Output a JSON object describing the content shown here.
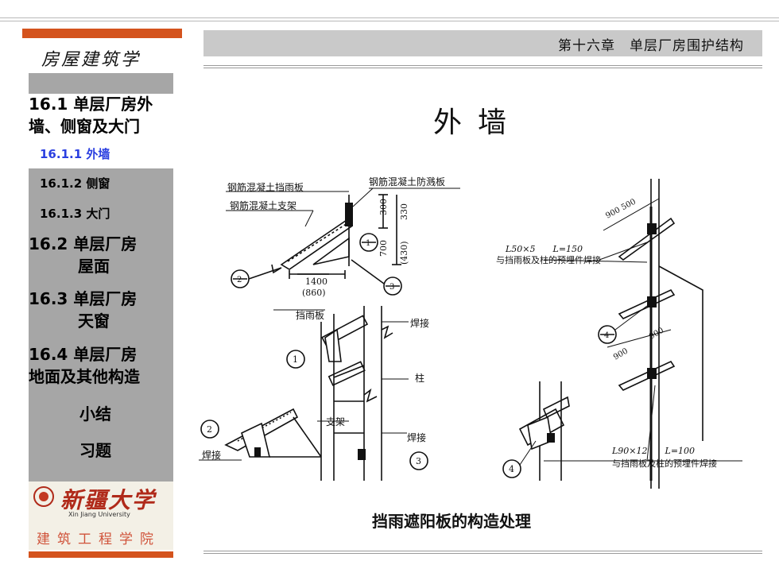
{
  "header": {
    "chapter_title": "第十六章　单层厂房围护结构",
    "course_title": "房屋建筑学"
  },
  "sidebar": {
    "items": [
      {
        "label_line1": "16.1 单层厂房外",
        "label_line2": "墙、侧窗及大门",
        "active": true
      },
      {
        "label": "16.1.1 外墙",
        "active": true,
        "color": "#2b3fe0"
      },
      {
        "label": "16.1.2 侧窗"
      },
      {
        "label": "16.1.3 大门"
      },
      {
        "label_line1": "16.2 单层厂房",
        "label_line2": "屋面"
      },
      {
        "label_line1": "16.3 单层厂房",
        "label_line2": "天窗"
      },
      {
        "label_line1": "16.4 单层厂房",
        "label_line2": "地面及其他构造"
      },
      {
        "label": "小结"
      },
      {
        "label": "习题"
      }
    ]
  },
  "logo": {
    "university_cn": "新疆大学",
    "university_en": "Xin Jiang University",
    "department": "建筑工程学院"
  },
  "main": {
    "title": "外墙",
    "caption": "挡雨遮阳板的构造处理"
  },
  "drawing_labels": {
    "label_a": "钢筋混凝土挡雨板",
    "label_b": "钢筋混凝土防溅板",
    "label_c": "钢筋混凝土支架",
    "dim_300": "300",
    "dim_330": "330",
    "dim_700": "700",
    "dim_430": "(430)",
    "dim_1400": "1400",
    "dim_860": "(860)",
    "dim_900_500": "900  500",
    "dim_900a": "900",
    "dim_900b": "900",
    "angle_top": "L50×5　　L=150",
    "angle_top_note": "与挡雨板及柱的预埋件焊接",
    "angle_bottom": "L90×12　　L=100",
    "angle_bottom_note": "与挡雨板及柱的预埋件焊接",
    "rain_board": "挡雨板",
    "weld_1": "焊接",
    "weld_2": "焊接",
    "weld_3": "焊接",
    "column": "柱",
    "bracket": "支架",
    "n1": "1",
    "n2": "2",
    "n3": "3",
    "n4": "4"
  },
  "colors": {
    "accent_red": "#d4531d",
    "sidebar_gray": "#a6a6a6",
    "active_blue": "#2b3fe0"
  }
}
